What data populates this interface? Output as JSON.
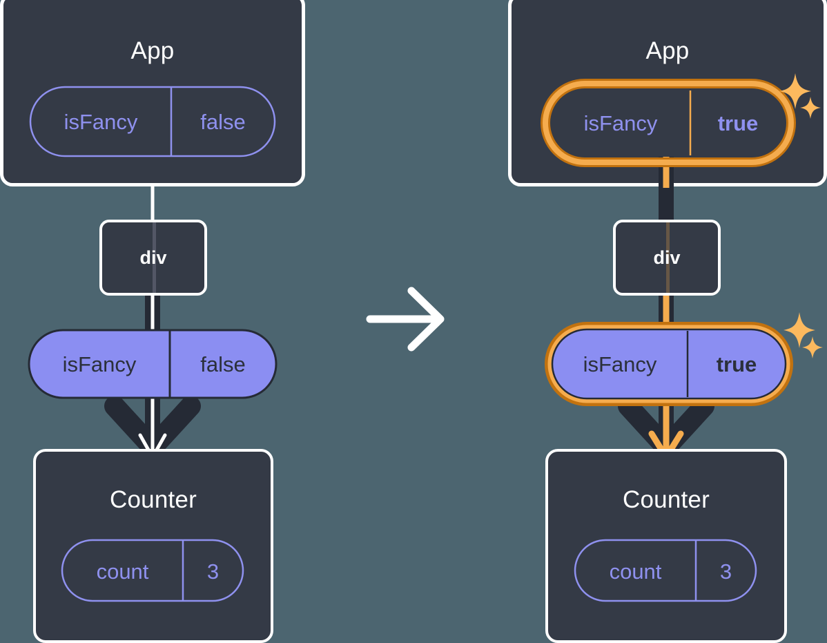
{
  "diagram": {
    "title_left": "App",
    "title_right": "App",
    "transition_icon": "right-arrow-icon",
    "sparkle_icon": "sparkle-icon",
    "colors": {
      "background": "#4c6570",
      "panel": "#343a46",
      "panel_border": "#ffffff",
      "purple_solid": "#8b8ef2",
      "purple_outline": "#8f91ef",
      "dark_edge": "#252a35",
      "highlight_outer": "#c2720f",
      "highlight_inner": "#f5ac4e",
      "sparkle": "#fcb95e",
      "text_dark": "#2b303b",
      "text_light": "#ffffff"
    }
  },
  "before": {
    "app": {
      "title": "App",
      "state_pill": {
        "key": "isFancy",
        "value": "false",
        "style": "outline"
      }
    },
    "div": {
      "label": "div"
    },
    "prop_pill": {
      "key": "isFancy",
      "value": "false",
      "style": "solid"
    },
    "counter": {
      "title": "Counter",
      "state_pill": {
        "key": "count",
        "value": "3",
        "style": "outline"
      }
    }
  },
  "after": {
    "app": {
      "title": "App",
      "state_pill": {
        "key": "isFancy",
        "value": "true",
        "style": "outline",
        "highlighted": true,
        "value_bold": true
      }
    },
    "div": {
      "label": "div"
    },
    "prop_pill": {
      "key": "isFancy",
      "value": "true",
      "style": "solid",
      "highlighted": true,
      "value_bold": true
    },
    "counter": {
      "title": "Counter",
      "state_pill": {
        "key": "count",
        "value": "3",
        "style": "outline"
      }
    }
  }
}
